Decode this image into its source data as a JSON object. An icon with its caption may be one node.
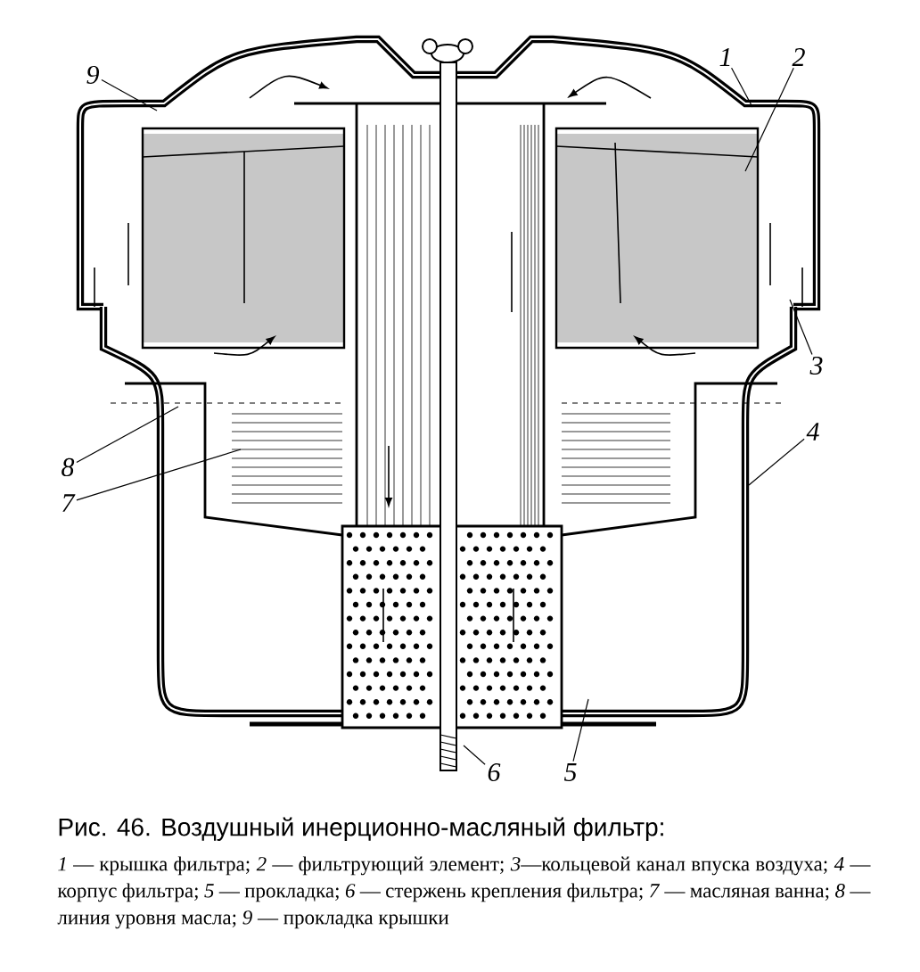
{
  "diagram": {
    "title": "Рис. 46. Воздушный инерционно-масляный фильтр:",
    "caption": "*1* — крышка фильтра; *2* — фильтрующий элемент; *3*—кольцевой канал впуска воздуха; *4* — корпус фильтра; *5* — прокладка; *6* — стержень крепления фильтра; *7* — масляная ванна; *8* — линия уровня масла; *9* — прокладка крышки",
    "nodes": [
      {
        "text": [
          "9"
        ]
      },
      {
        "text": [
          "1"
        ]
      },
      {
        "text": [
          "2"
        ]
      },
      {
        "text": [
          "3"
        ]
      },
      {
        "text": [
          "4"
        ]
      },
      {
        "text": [
          "8"
        ]
      },
      {
        "text": [
          "7"
        ]
      },
      {
        "text": [
          "6"
        ]
      },
      {
        "text": [
          "5"
        ]
      }
    ],
    "edges": [
      {
        "from": 0,
        "to": null,
        "arrow": "none"
      },
      {
        "from": 1,
        "to": null,
        "arrow": "none"
      },
      {
        "from": 2,
        "to": null,
        "arrow": "none"
      },
      {
        "from": 3,
        "to": null,
        "arrow": "none"
      },
      {
        "from": 4,
        "to": null,
        "arrow": "none"
      },
      {
        "from": 5,
        "to": null,
        "arrow": "none"
      },
      {
        "from": 6,
        "to": null,
        "arrow": "none"
      },
      {
        "from": 7,
        "to": null,
        "arrow": "none"
      },
      {
        "from": 8,
        "to": null,
        "arrow": "none"
      }
    ]
  }
}
